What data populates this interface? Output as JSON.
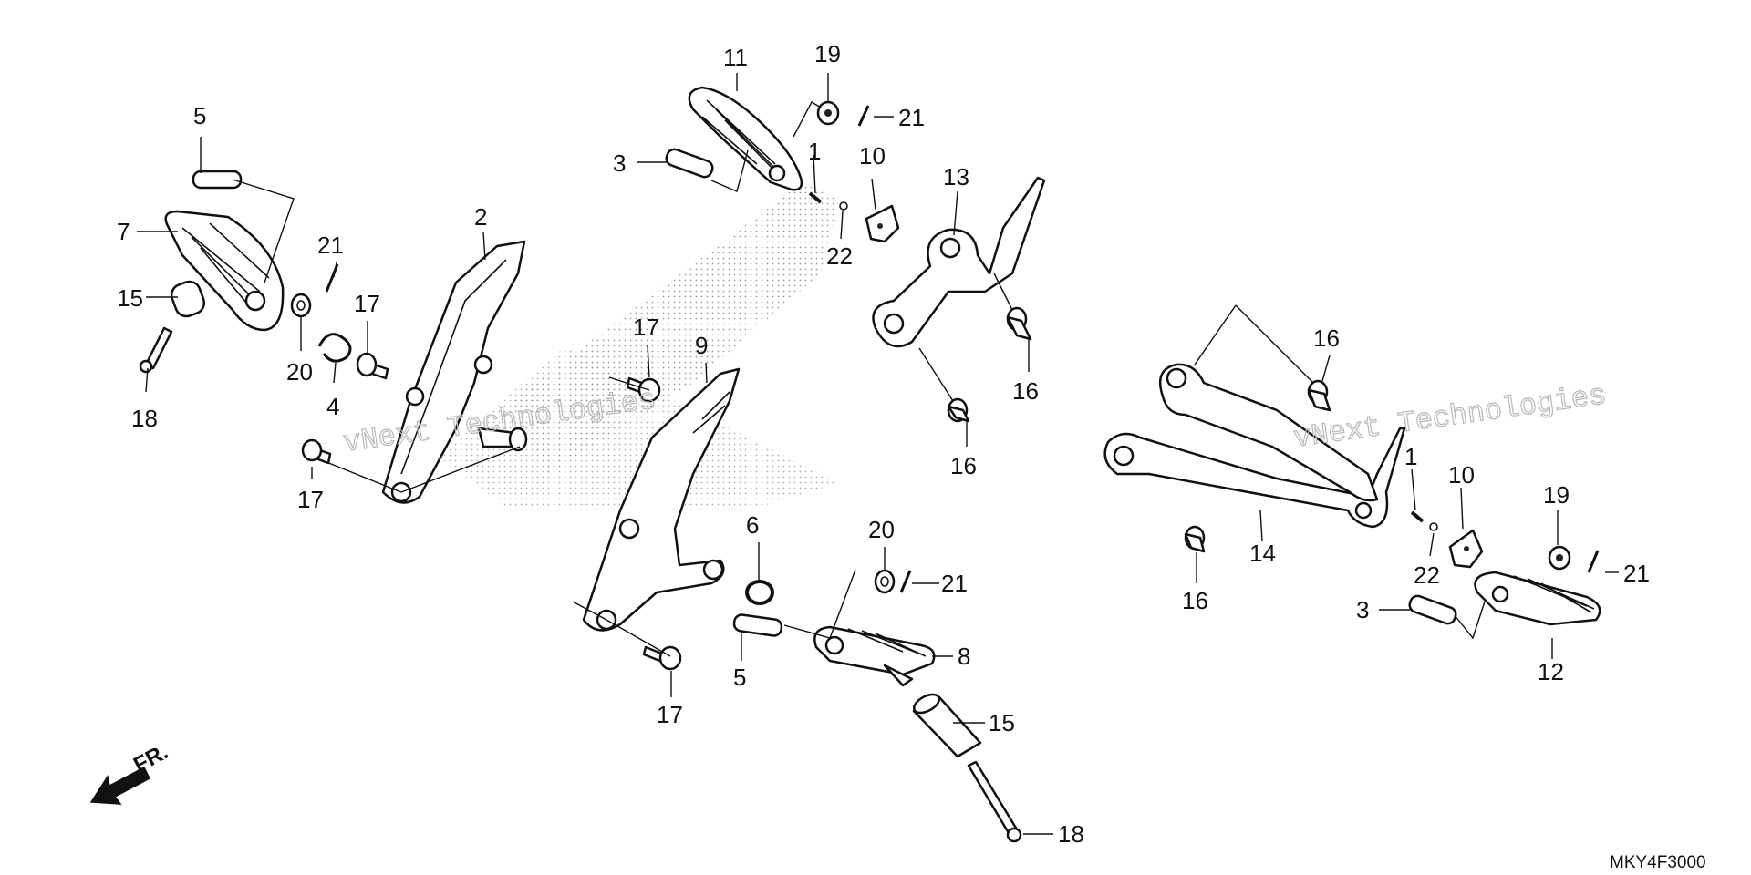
{
  "diagram": {
    "code": "MKY4F3000",
    "front_marker": "FR.",
    "watermark_line1": "vNext Technologies",
    "watermark_line2": "vNext Technologies",
    "callouts": {
      "c1a": "1",
      "c2": "2",
      "c3a": "3",
      "c4": "4",
      "c5a": "5",
      "c6": "6",
      "c7": "7",
      "c8": "8",
      "c9": "9",
      "c10a": "10",
      "c11": "11",
      "c12": "12",
      "c13": "13",
      "c14": "14",
      "c15a": "15",
      "c16a": "16",
      "c17a": "17",
      "c18a": "18",
      "c19a": "19",
      "c20a": "20",
      "c21a": "21",
      "c22a": "22",
      "c1b": "1",
      "c3b": "3",
      "c5b": "5",
      "c10b": "10",
      "c15b": "15",
      "c16b": "16",
      "c16c": "16",
      "c16d": "16",
      "c17b": "17",
      "c17c": "17",
      "c17d": "17",
      "c18b": "18",
      "c19b": "19",
      "c20b": "20",
      "c21b": "21",
      "c21c": "21",
      "c21d": "21",
      "c22b": "22"
    }
  }
}
